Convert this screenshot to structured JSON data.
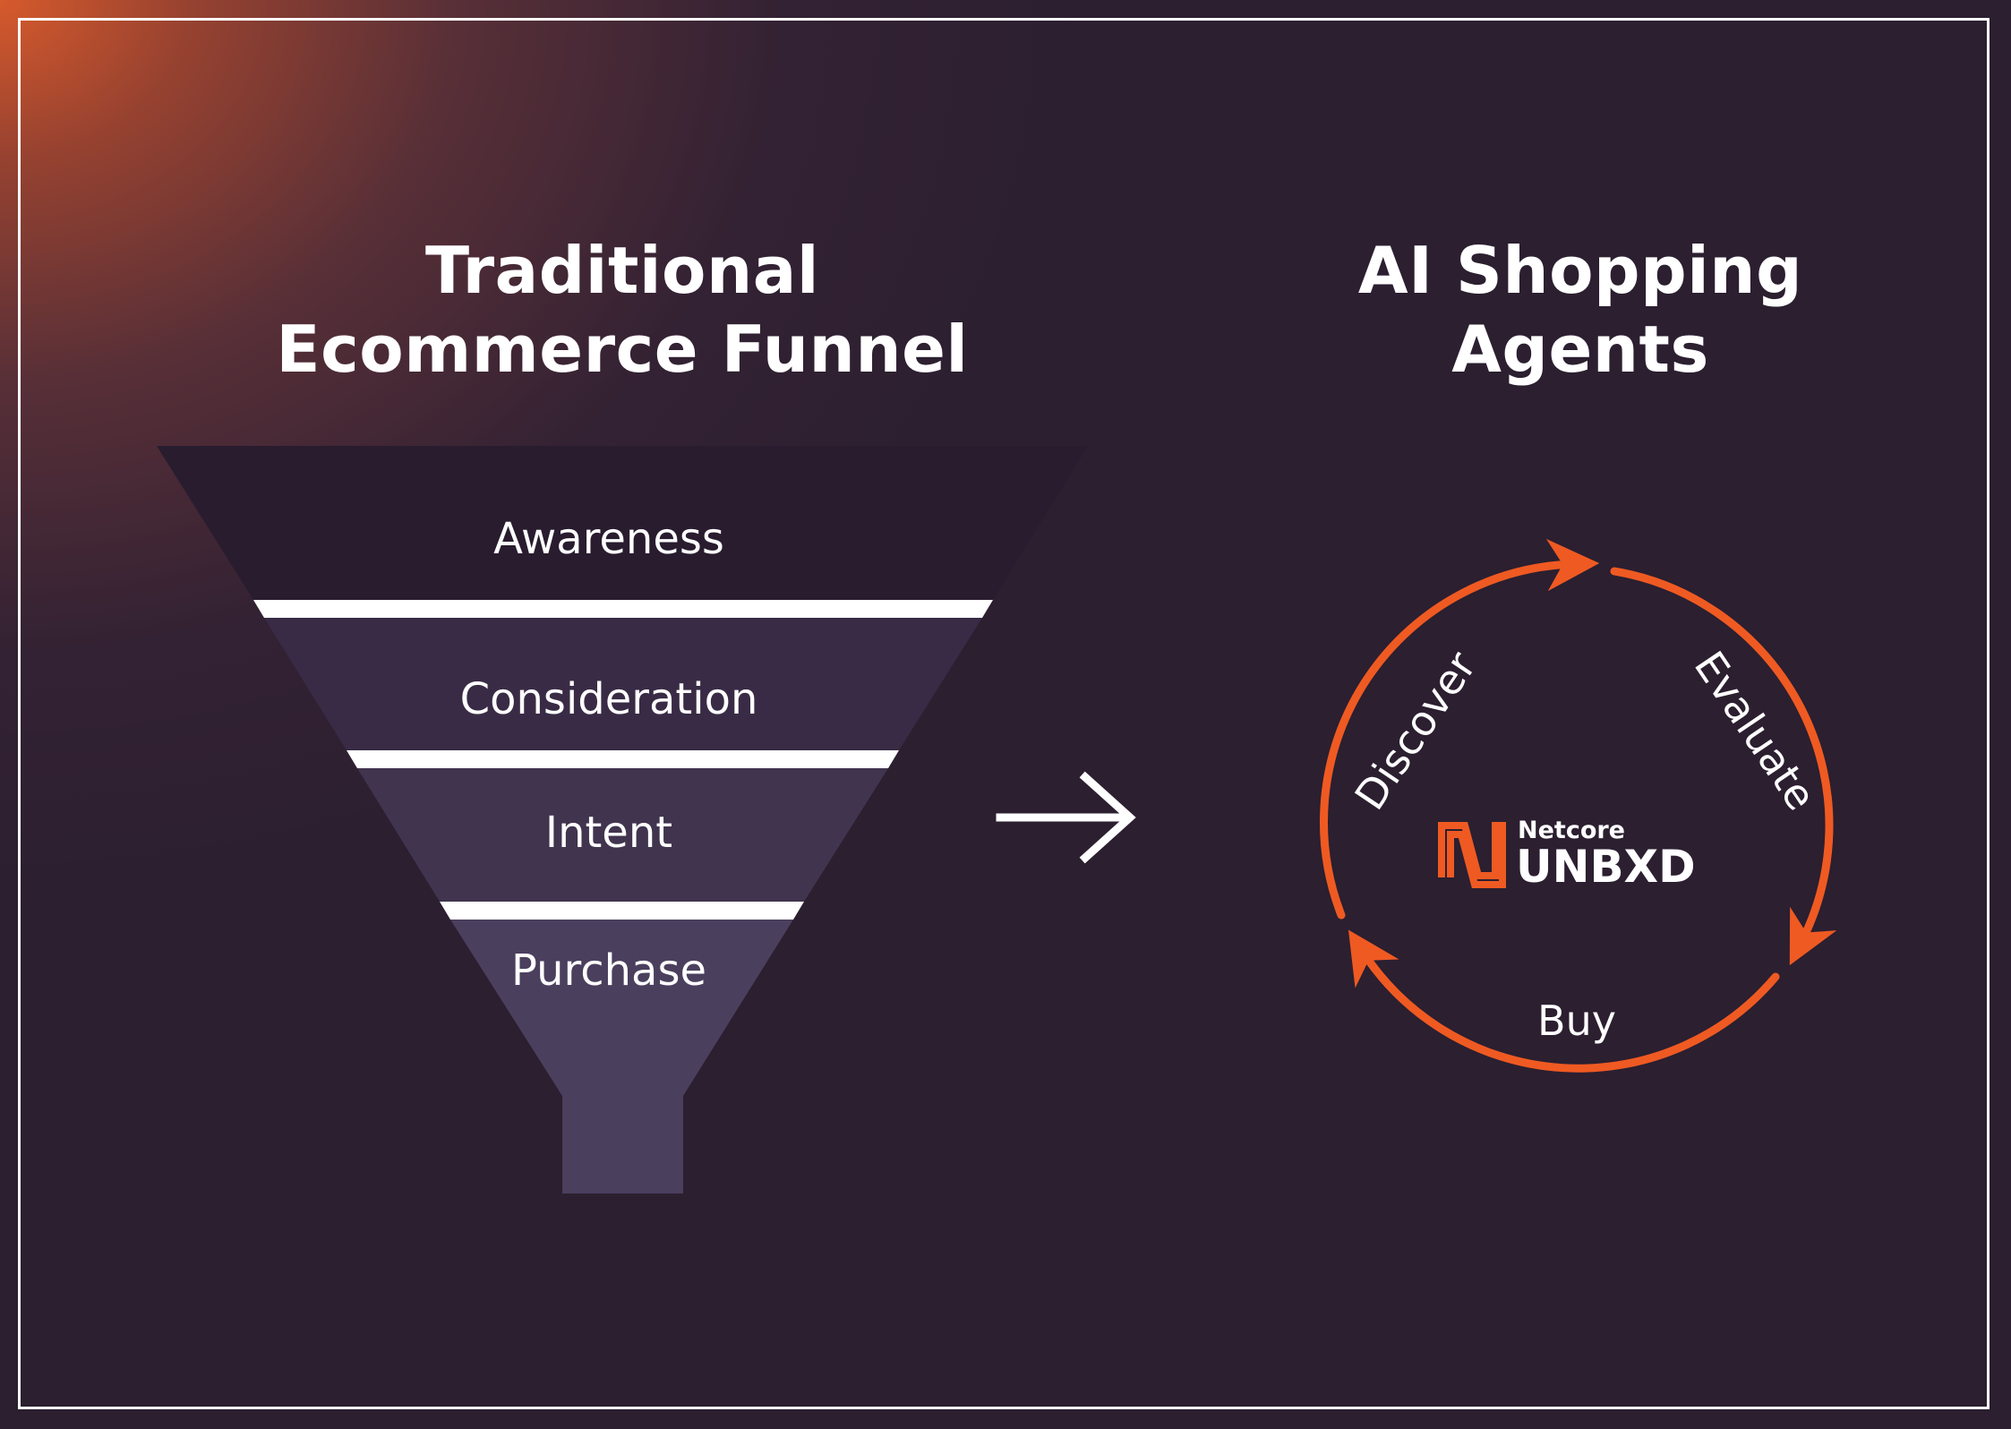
{
  "left_panel": {
    "title_line1": "Traditional",
    "title_line2": "Ecommerce Funnel",
    "stages": [
      "Awareness",
      "Consideration",
      "Intent",
      "Purchase"
    ]
  },
  "right_panel": {
    "title_line1": "AI Shopping",
    "title_line2": "Agents",
    "loop_steps": [
      "Discover",
      "Evaluate",
      "Buy"
    ],
    "brand": {
      "sub": "Netcore",
      "name": "UNBXD"
    }
  },
  "colors": {
    "background": "#2b1f30",
    "accent_orange": "#ef5a22",
    "funnel_stage_1": "#291c2f",
    "funnel_stage_2": "#392b45",
    "funnel_stage_3": "#41344f",
    "funnel_stage_4": "#4b3f5e"
  },
  "icons": {
    "transition": "right-arrow-icon",
    "brand_mark": "netcore-logo-icon"
  }
}
